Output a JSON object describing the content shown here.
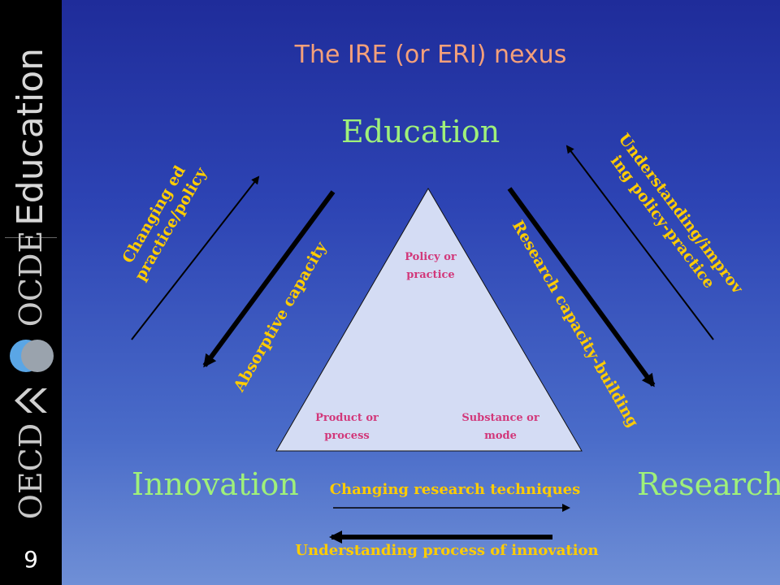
{
  "slide": {
    "title": "The IRE (or ERI) nexus",
    "page_number": "9"
  },
  "sidebar": {
    "education_logo": "Education",
    "ocde": "OCDE",
    "oecd": "OECD"
  },
  "diagram": {
    "corners": {
      "top": "Education",
      "bottom_left": "Innovation",
      "bottom_right": "Research"
    },
    "triangle_labels": {
      "top": [
        "Policy or",
        "practice"
      ],
      "bottom_left": [
        "Product or",
        "process"
      ],
      "bottom_right": [
        "Substance or",
        "mode"
      ]
    },
    "arrow_labels": {
      "changing_practice": [
        "Changing ed",
        "practice/policy"
      ],
      "absorptive": "Absorptive capacity",
      "research_capacity": "Research capacity-building",
      "understanding_policy": [
        "Understanding/improv",
        "ing policy-practice"
      ],
      "changing_techniques": "Changing research techniques",
      "understanding_innovation": "Understanding process of innovation"
    },
    "colors": {
      "corner_text": "#9ff07a",
      "arrow_text": "#ffcc00",
      "triangle_text": "#d2387a",
      "triangle_fill": "#d4dcf4",
      "title": "#f4a07a"
    }
  }
}
